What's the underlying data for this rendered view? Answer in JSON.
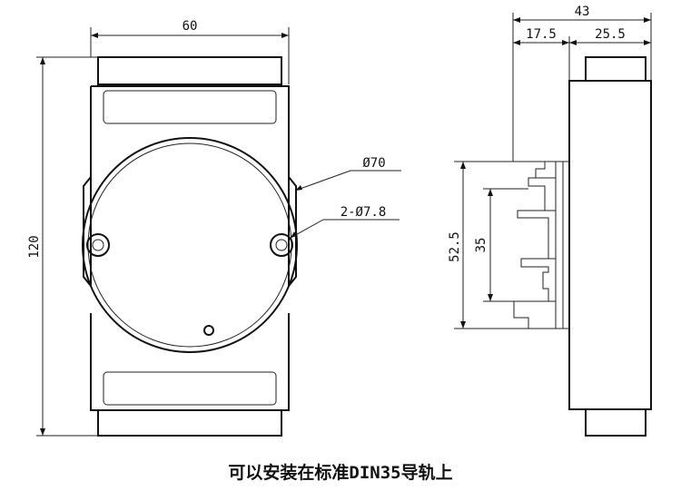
{
  "front_view": {
    "width_label": "60",
    "height_label": "120",
    "diameter_label": "Ø70",
    "hole_label": "2-Ø7.8"
  },
  "side_view": {
    "total_depth_label": "43",
    "depth_a_label": "17.5",
    "depth_b_label": "25.5",
    "rail_height_label": "52.5",
    "rail_inner_label": "35"
  },
  "caption": "可以安装在标准DIN35导轨上"
}
